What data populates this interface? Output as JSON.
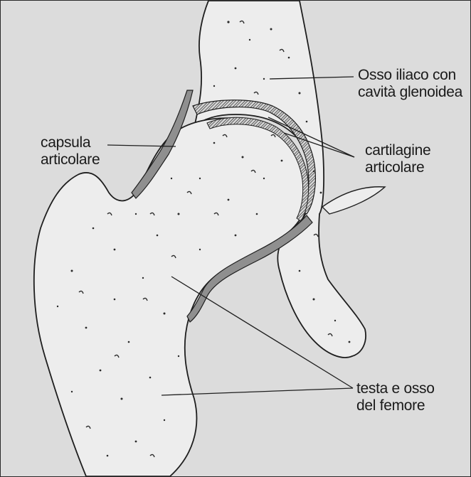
{
  "diagram": {
    "labels": {
      "ilium_line1": "Osso iliaco con",
      "ilium_line2": "cavità glenoidea",
      "capsule_line1": "capsula",
      "capsule_line2": "articolare",
      "cartilage_line1": "cartilagine",
      "cartilage_line2": "articolare",
      "femur_line1": "testa e osso",
      "femur_line2": "del femore"
    },
    "colors": {
      "background": "#dcdcdc",
      "bone": "#ededed",
      "capsule": "#8f8f8f",
      "cartilage_hatch": "#444444",
      "outline": "#1e1e1e"
    }
  }
}
